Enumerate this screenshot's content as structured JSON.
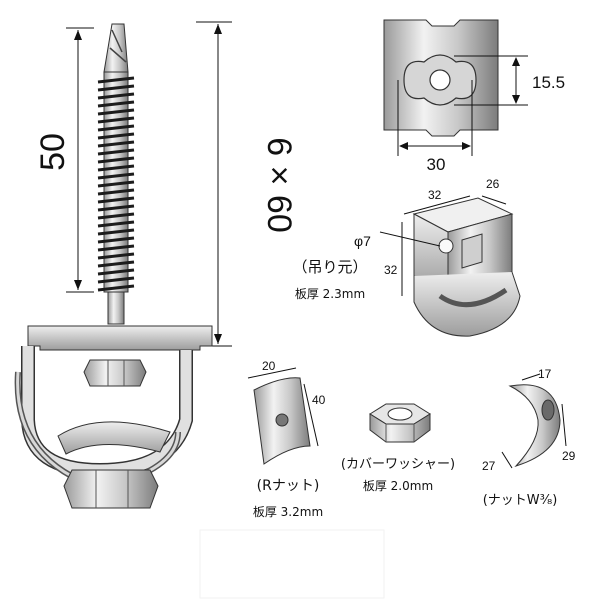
{
  "screw": {
    "length_label": "50",
    "spec_label": "6 × 60"
  },
  "hanger": {
    "height_label": "15.5",
    "width_label": "30",
    "dim_w": "32",
    "dim_d": "26",
    "dim_h": "32",
    "hole_label": "φ7",
    "name": "（吊り元）",
    "thickness": "板厚 2.3mm"
  },
  "r_nut": {
    "dim_w": "20",
    "dim_h": "40",
    "name": "(Rナット)",
    "thickness": "板厚 3.2mm"
  },
  "washer": {
    "name": "(カバーワッシャー)",
    "thickness": "板厚 2.0mm"
  },
  "nut_w": {
    "dim_a": "17",
    "dim_b": "29",
    "dim_c": "27",
    "name": "(ナットW³⁄₈)"
  }
}
